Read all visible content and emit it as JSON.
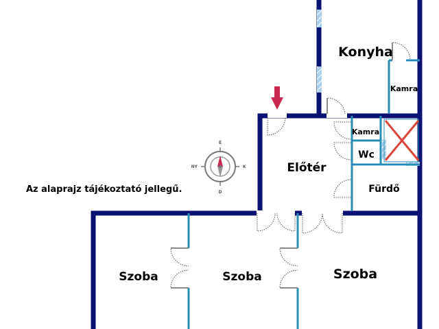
{
  "rooms": {
    "konyha": "Konyha",
    "kamra_upper": "Kamra",
    "kamra_lower": "Kamra",
    "eloter": "Előtér",
    "wc": "Wc",
    "furdo": "Fürdő",
    "szoba_left": "Szoba",
    "szoba_middle": "Szoba",
    "szoba_right": "Szoba"
  },
  "note": "Az alaprajz tájékoztató jellegű.",
  "compass": {
    "north": "É",
    "south": "D",
    "east": "K",
    "west": "NY"
  },
  "colors": {
    "outer_wall": "#0c1273",
    "inner_wall": "#2b8fb5",
    "window": "#a9cfee",
    "entrance_arrow": "#c8284f",
    "cross": "#d9453a"
  },
  "icons": {
    "entrance": "down-arrow-icon",
    "compass": "compass-rose-icon",
    "void": "cross-mark-icon"
  }
}
